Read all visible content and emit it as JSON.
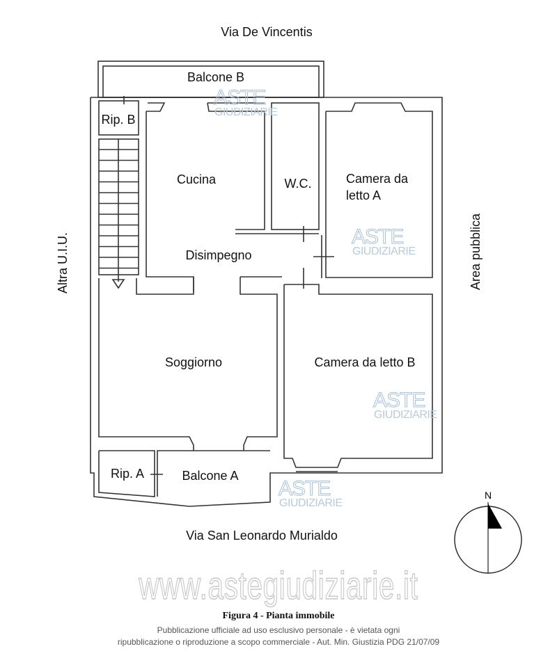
{
  "streets": {
    "top": "Via De Vincentis",
    "bottom": "Via San Leonardo Murialdo",
    "left": "Altra U.I.U.",
    "right": "Area pubblica"
  },
  "rooms": {
    "balcone_b": "Balcone B",
    "rip_b": "Rip. B",
    "cucina": "Cucina",
    "wc": "W.C.",
    "camera_a_line1": "Camera da",
    "camera_a_line2": "letto A",
    "disimpegno": "Disimpegno",
    "soggiorno": "Soggiorno",
    "camera_b": "Camera da letto B",
    "rip_a": "Rip. A",
    "balcone_a": "Balcone A"
  },
  "compass": {
    "north_label": "N"
  },
  "watermark": {
    "line1": "ASTE",
    "line2": "GIUDIZIARIE",
    "site": "www.astegiudiziarie.it",
    "color": "#a9bfd6"
  },
  "footer": {
    "caption": "Figura 4 - Pianta immobile",
    "line1": "Pubblicazione ufficiale ad uso esclusivo personale - è vietata ogni",
    "line2": "ripubblicazione o riproduzione a scopo commerciale - Aut. Min. Giustizia PDG 21/07/09"
  }
}
